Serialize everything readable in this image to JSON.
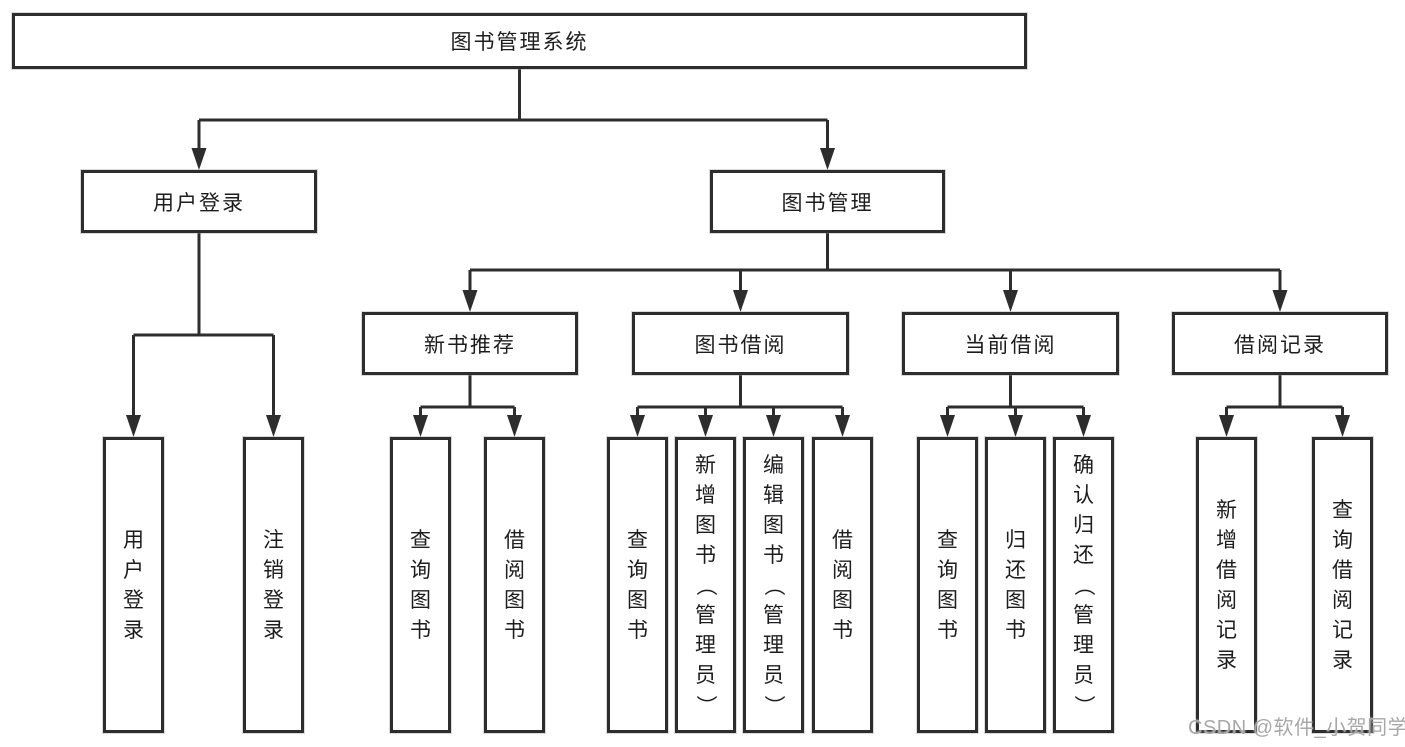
{
  "diagram": {
    "root": {
      "label": "图书管理系统",
      "children": [
        {
          "label": "用户登录",
          "children": [
            {
              "label": "用户登录"
            },
            {
              "label": "注销登录"
            }
          ]
        },
        {
          "label": "图书管理",
          "children": [
            {
              "label": "新书推荐",
              "children": [
                {
                  "label": "查询图书"
                },
                {
                  "label": "借阅图书"
                }
              ]
            },
            {
              "label": "图书借阅",
              "children": [
                {
                  "label": "查询图书"
                },
                {
                  "label": "新增图书（管理员）"
                },
                {
                  "label": "编辑图书（管理员）"
                },
                {
                  "label": "借阅图书"
                }
              ]
            },
            {
              "label": "当前借阅",
              "children": [
                {
                  "label": "查询图书"
                },
                {
                  "label": "归还图书"
                },
                {
                  "label": "确认归还（管理员）"
                }
              ]
            },
            {
              "label": "借阅记录",
              "children": [
                {
                  "label": "新增借阅记录"
                },
                {
                  "label": "查询借阅记录"
                }
              ]
            }
          ]
        }
      ]
    },
    "colors": {
      "line": "#2d2d2d",
      "box_border": "#2d2d2d",
      "text": "#1d1d1f",
      "background": "#ffffff",
      "watermark": "#a8a8a8"
    }
  },
  "watermark": {
    "text": "CSDN @软件_小贺同学"
  }
}
